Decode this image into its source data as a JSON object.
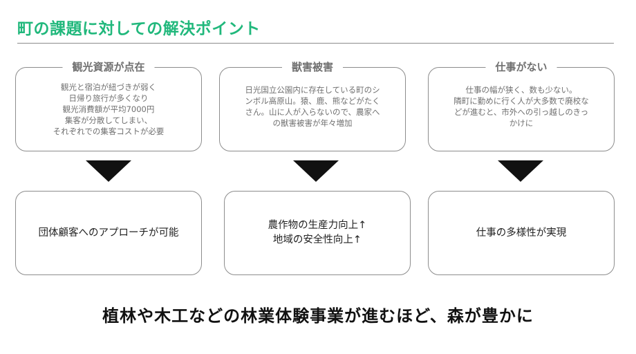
{
  "title": "町の課題に対しての解決ポイント",
  "problems": [
    {
      "heading": "観光資源が点在",
      "lines": [
        "観光と宿泊が紐づきが弱く",
        "日帰り旅行が多くなり",
        "観光消費額が平均7000円",
        "集客が分散してしまい、",
        "それぞれでの集客コストが必要"
      ]
    },
    {
      "heading": "獣害被害",
      "lines": [
        "日光国立公園内に存在している町のシ",
        "ンボル高原山。猿、鹿、熊などがたく",
        "さん。山に人が入らないので、農家へ",
        "の獣害被害が年々増加"
      ]
    },
    {
      "heading": "仕事がない",
      "lines": [
        "仕事の幅が狭く、数も少ない。",
        "隣町に勤めに行く人が大多数で廃校な",
        "どが進むと、市外への引っ越しのきっ",
        "かけに"
      ]
    }
  ],
  "results": [
    {
      "lines": [
        "団体顧客へのアプローチが可能"
      ]
    },
    {
      "lines": [
        "農作物の生産力向上↑",
        "地域の安全性向上↑"
      ]
    },
    {
      "lines": [
        "仕事の多様性が実現"
      ]
    }
  ],
  "conclusion": "植林や木工などの林業体験事業が進むほど、森が豊かに",
  "colors": {
    "title": "#21b87c",
    "problem_text": "#707070",
    "arrow": "#111111"
  }
}
